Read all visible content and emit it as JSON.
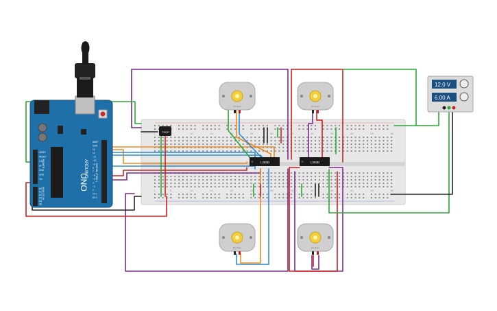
{
  "arduino": {
    "brand_vertical": "ARDUINO",
    "model_vertical": "UNO",
    "digital_section_vertical": "DIGITAL (PWM~)",
    "analog_section_vertical": "ANALOG IN",
    "power_section_label": "POWER",
    "power_pins": [
      "IOREF",
      "RESET",
      "3.3V",
      "5V",
      "GND",
      "GND",
      "Vin"
    ],
    "analog_pins": [
      "A0",
      "A1",
      "A2",
      "A3",
      "A4",
      "A5"
    ],
    "digital_pins_top": [
      "AREF",
      "GND",
      "13",
      "12",
      "~11",
      "~10",
      "~9",
      "8"
    ],
    "digital_pins_bottom": [
      "7",
      "~6",
      "~5",
      "4",
      "~3",
      "2",
      "TX 1",
      "RX 0"
    ]
  },
  "power_supply": {
    "voltage": "12.0 V",
    "current": "6.00 A"
  },
  "ir_receiver": {
    "label": "TSOP"
  },
  "driver_left": {
    "label": "L293D"
  },
  "driver_right": {
    "label": "L293D"
  },
  "motors": [
    {
      "id": "top-left",
      "label": "DC Motor"
    },
    {
      "id": "top-right",
      "label": "DC Motor"
    },
    {
      "id": "bottom-left",
      "label": "DC Motor"
    },
    {
      "id": "bottom-right",
      "label": "DC Motor"
    }
  ],
  "breadboard": {
    "column_numbers": [
      "1",
      "5",
      "10",
      "15",
      "20",
      "25",
      "30",
      "35",
      "40",
      "45",
      "50",
      "55",
      "60"
    ]
  },
  "colors": {
    "board_blue": "#1f6fa8",
    "breadboard": "#e5e5e5",
    "wire_purple": "#7b2a8a",
    "wire_red": "#cc1f1f",
    "wire_green": "#2aa835",
    "wire_orange": "#f08a1c",
    "wire_blue": "#2c8ad0",
    "wire_black": "#222222",
    "lcd_bg": "#1b4f80"
  }
}
